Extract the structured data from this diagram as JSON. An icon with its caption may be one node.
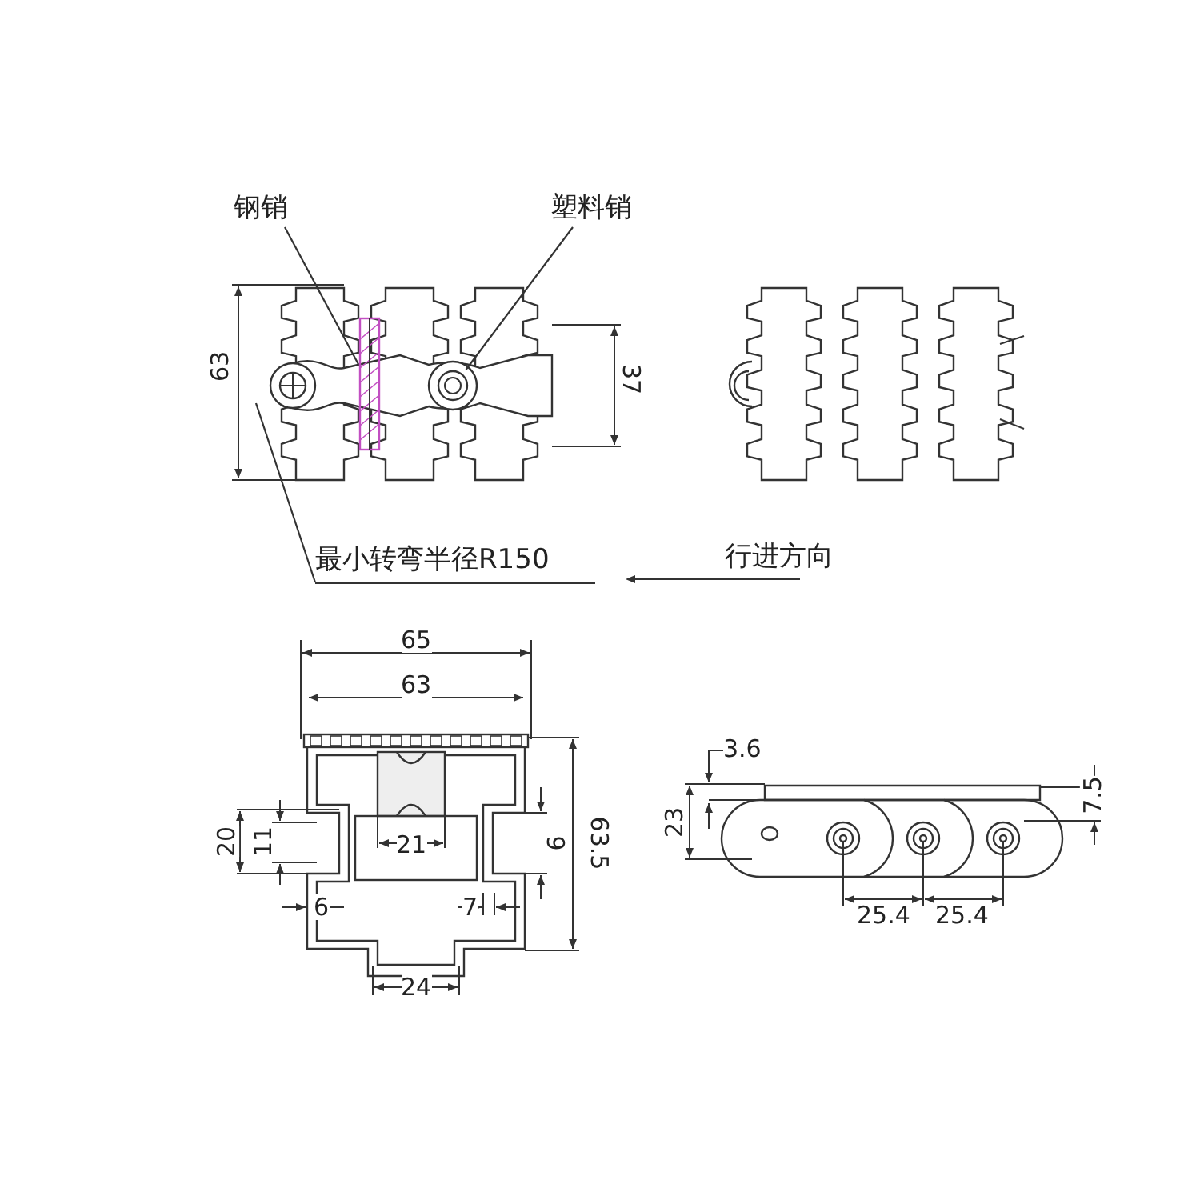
{
  "diagram": {
    "nodes": [
      {
        "text": [
          "钢销"
        ]
      },
      {
        "text": [],
        "shape": "bar"
      },
      {
        "text": [
          "塑料销"
        ]
      },
      {
        "text": [],
        "shape": "circle"
      },
      {
        "text": [
          "最小转弯半径R150"
        ]
      }
    ],
    "edges": [
      {
        "from": 0,
        "to": 1,
        "arrow": "none"
      },
      {
        "from": 2,
        "to": 3,
        "arrow": "none"
      },
      {
        "from": 4,
        "to": null,
        "arrow": "none"
      }
    ],
    "labels": [
      "63",
      "37",
      "行进方向",
      "65",
      "63",
      "20",
      "11",
      "21",
      "9",
      "63.5",
      "6",
      "7",
      "24",
      "3.6",
      "23",
      "7.5",
      "25.4",
      "25.4"
    ]
  }
}
